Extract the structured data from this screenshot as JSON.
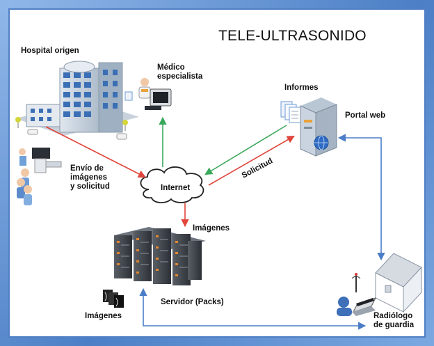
{
  "title": "TELE-ULTRASONIDO",
  "labels": {
    "hospital": "Hospital origen",
    "medico": "Médico\nespecialista",
    "informes": "Informes",
    "portal": "Portal web",
    "envio": "Envío de\nimágenes\ny solicitud",
    "internet": "Internet",
    "solicitud": "Solicitud",
    "imagenes_arrow": "Imágenes",
    "servidor": "Servidor (Packs)",
    "imagenes_bottom": "Imágenes",
    "radiologo": "Radiólogo\nde guardia"
  },
  "colors": {
    "frame": "#6e9bd6",
    "arrow_red": "#e0463c",
    "arrow_green": "#3aa85a",
    "arrow_blue": "#4b7dc8"
  }
}
